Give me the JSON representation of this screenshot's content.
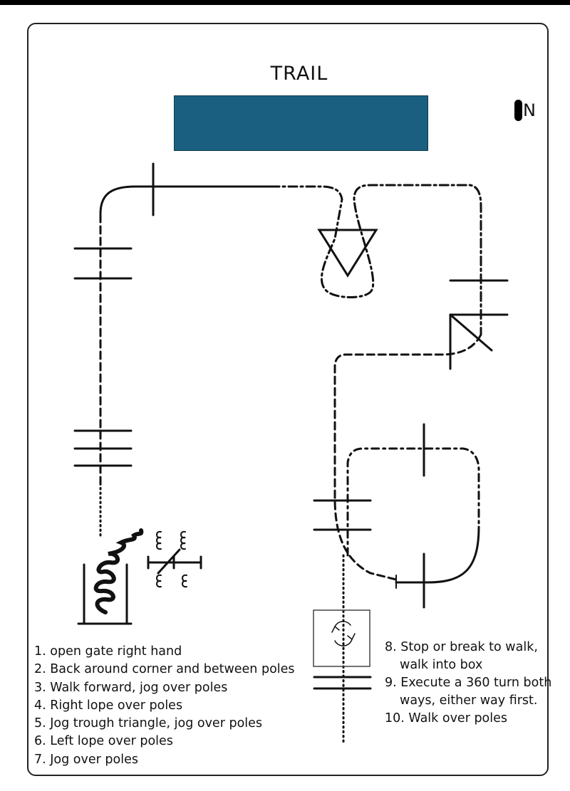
{
  "title": "TRAIL",
  "north_label": "N",
  "colors": {
    "sponsor_box": "#1a5f80",
    "lines": "#111111"
  },
  "icons": {
    "north": "north-marker-icon",
    "turn": "rotate-360-icon"
  },
  "steps_left": [
    "1. open gate right hand",
    "2. Back around corner and between poles",
    "3. Walk forward, jog over poles",
    "4. Right lope over poles",
    "5. Jog trough triangle, jog over poles",
    "6. Left lope over poles",
    "7. Jog over poles"
  ],
  "steps_right": [
    "8. Stop or break to walk, walk into box",
    "9. Execute a 360 turn both ways, either way first.",
    "10. Walk over poles"
  ]
}
